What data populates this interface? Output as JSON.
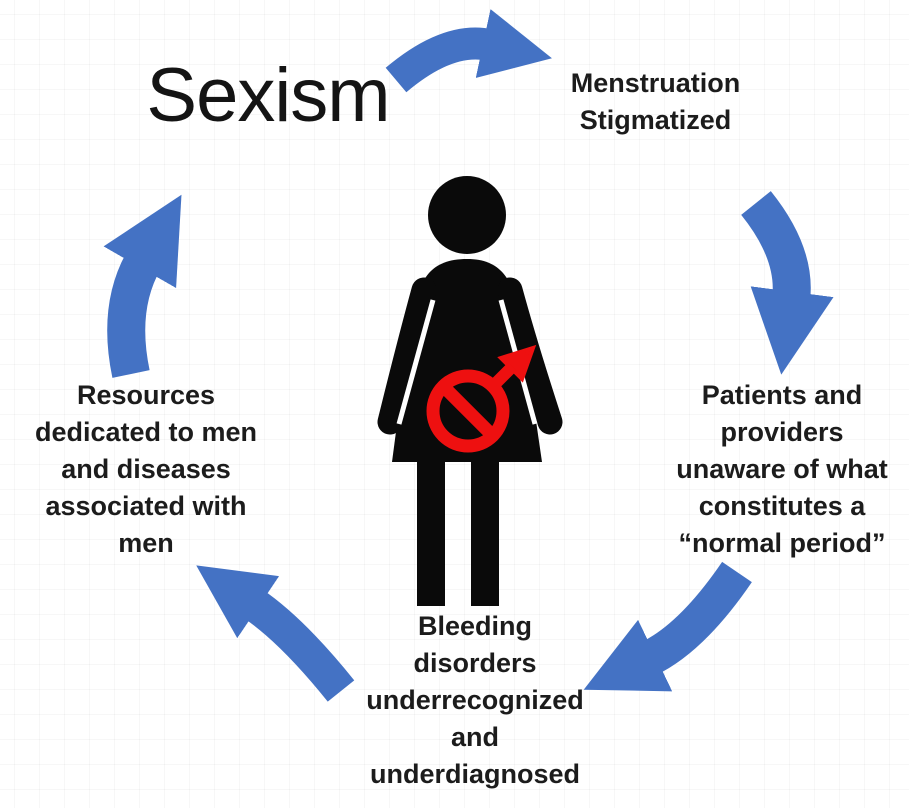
{
  "title": {
    "label": "Sexism"
  },
  "colors": {
    "arrow": "#4472C4",
    "silhouette": "#0a0a0a",
    "prohibition": "#ee1010",
    "text": "#1c1c1c",
    "background": "#ffffff"
  },
  "nodes": {
    "sexism": {
      "label": "Sexism"
    },
    "menstruation": {
      "label": "Menstruation\nStigmatized"
    },
    "patients": {
      "label": "Patients and\nproviders\nunaware of what\nconstitutes a\n“normal period”"
    },
    "bleeding": {
      "label": "Bleeding\ndisorders\nunderrecognized\nand\nunderdiagnosed"
    },
    "resources": {
      "label": "Resources\ndedicated to men\nand diseases\nassociated with\nmen"
    }
  },
  "cycle_order": [
    "Sexism",
    "Menstruation Stigmatized",
    "Patients and providers unaware of what constitutes a “normal period”",
    "Bleeding disorders underrecognized and underdiagnosed",
    "Resources dedicated to men and diseases associated with men"
  ],
  "arrows": [
    {
      "from": "Sexism",
      "to": "Menstruation Stigmatized"
    },
    {
      "from": "Menstruation Stigmatized",
      "to": "Patients and providers unaware of what constitutes a “normal period”"
    },
    {
      "from": "Patients and providers unaware of what constitutes a “normal period”",
      "to": "Bleeding disorders underrecognized and underdiagnosed"
    },
    {
      "from": "Bleeding disorders underrecognized and underdiagnosed",
      "to": "Resources dedicated to men and diseases associated with men"
    },
    {
      "from": "Resources dedicated to men and diseases associated with men",
      "to": "Sexism"
    }
  ],
  "icons": {
    "center": "woman-silhouette-icon",
    "overlay": "no-male-symbol-icon"
  }
}
